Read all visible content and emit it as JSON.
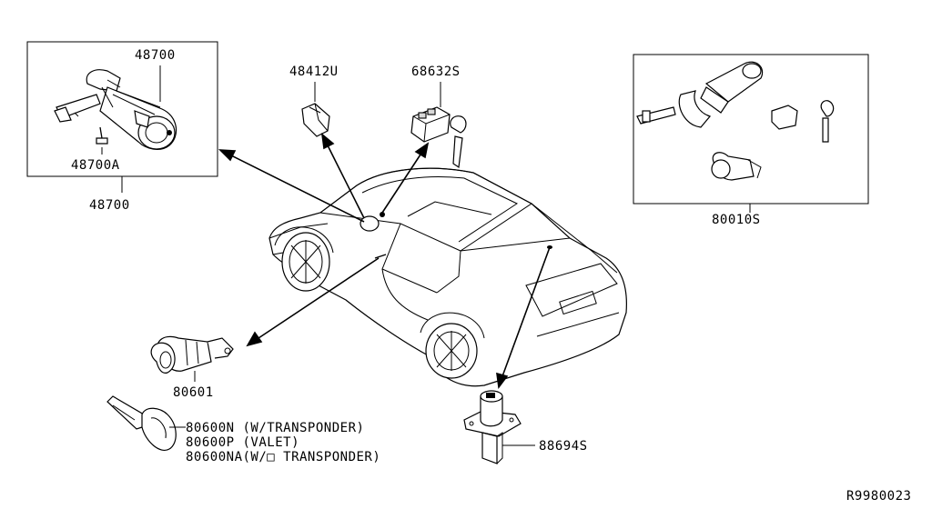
{
  "labels": {
    "p48700_top": "48700",
    "p48700a": "48700A",
    "p48700_bottom": "48700",
    "p48412u": "48412U",
    "p68632s": "68632S",
    "p80010s": "80010S",
    "p80601": "80601",
    "p80600n": "80600N (W/TRANSPONDER)",
    "p80600p": "80600P (VALET)",
    "p80600na": "80600NA(W/□ TRANSPONDER)",
    "p88694s": "88694S",
    "ref": "R9980023"
  }
}
